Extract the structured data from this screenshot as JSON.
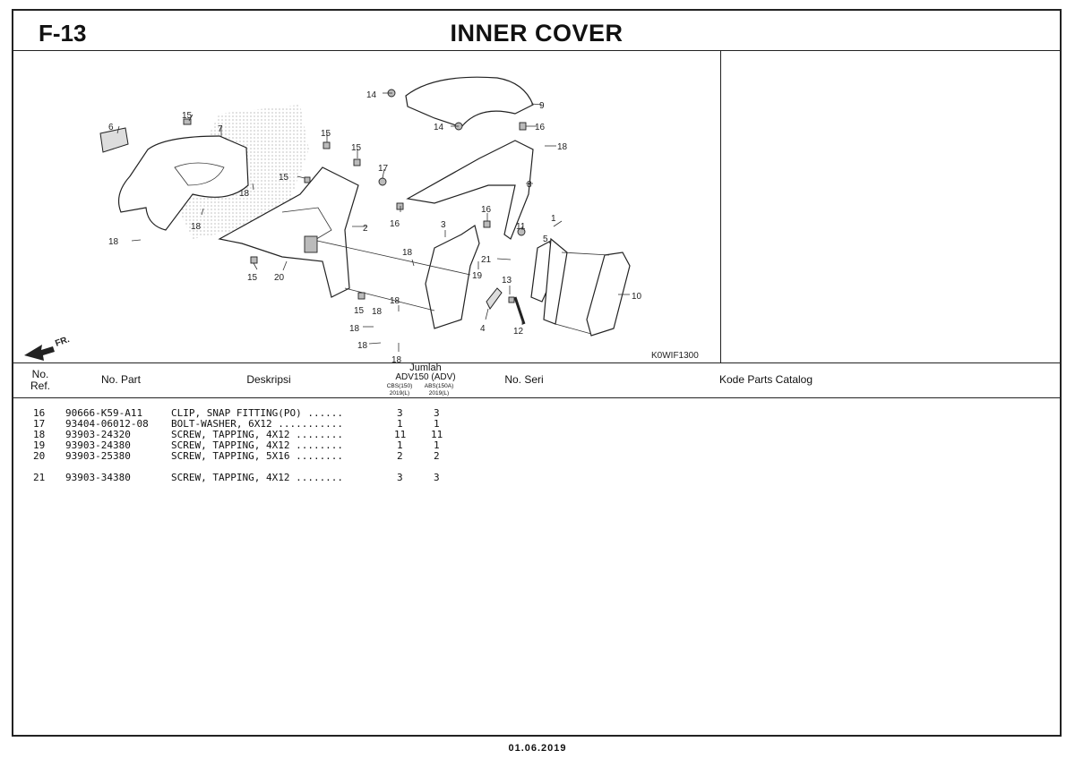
{
  "header": {
    "code": "F-13",
    "title": "INNER COVER"
  },
  "diagram": {
    "ref_code": "K0WIF1300",
    "front_marker": "FR.",
    "callouts": [
      "1",
      "2",
      "3",
      "4",
      "5",
      "6",
      "7",
      "8",
      "9",
      "10",
      "11",
      "12",
      "13",
      "14",
      "14",
      "15",
      "15",
      "15",
      "15",
      "15",
      "16",
      "16",
      "16",
      "17",
      "18",
      "18",
      "18",
      "18",
      "18",
      "18",
      "18",
      "18",
      "18",
      "19",
      "20",
      "21"
    ]
  },
  "table": {
    "headers": {
      "ref": "No.\nRef.",
      "part_no": "No. Part",
      "description": "Deskripsi",
      "qty_title": "Jumlah",
      "qty_model": "ADV150 (ADV)",
      "qty_col1": "CBS(150)\n2019(L)",
      "qty_col2": "ABS(150A)\n2019(L)",
      "serial": "No. Seri",
      "catalog": "Kode Parts Catalog"
    },
    "rows": [
      {
        "ref": "16",
        "part": "90666-K59-A11",
        "desc": "CLIP, SNAP FITTING(PO) ......",
        "q1": "3",
        "q2": "3"
      },
      {
        "ref": "17",
        "part": "93404-06012-08",
        "desc": "BOLT-WASHER, 6X12 ...........",
        "q1": "1",
        "q2": "1"
      },
      {
        "ref": "18",
        "part": "93903-24320",
        "desc": "SCREW, TAPPING, 4X12 ........",
        "q1": "11",
        "q2": "11"
      },
      {
        "ref": "19",
        "part": "93903-24380",
        "desc": "SCREW, TAPPING, 4X12 ........",
        "q1": "1",
        "q2": "1"
      },
      {
        "ref": "20",
        "part": "93903-25380",
        "desc": "SCREW, TAPPING, 5X16 ........",
        "q1": "2",
        "q2": "2"
      },
      {
        "ref": "21",
        "part": "93903-34380",
        "desc": "SCREW, TAPPING, 4X12 ........",
        "q1": "3",
        "q2": "3"
      }
    ]
  },
  "footer": {
    "date": "01.06.2019"
  }
}
